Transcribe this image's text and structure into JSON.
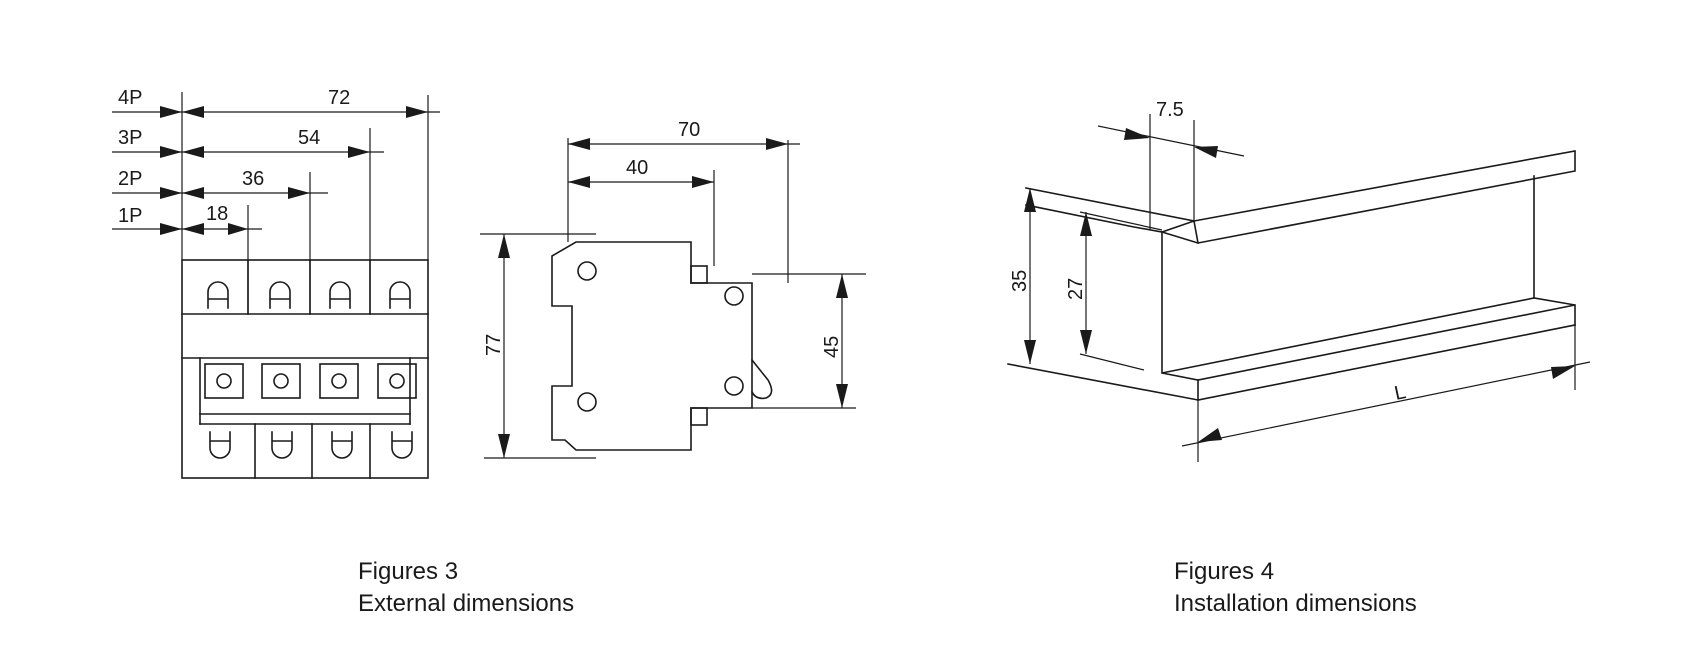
{
  "figure3": {
    "caption_title": "Figures 3",
    "caption_subtitle": "External dimensions",
    "front_view": {
      "pole_labels": [
        "4P",
        "3P",
        "2P",
        "1P"
      ],
      "widths": [
        "72",
        "54",
        "36",
        "18"
      ]
    },
    "side_view": {
      "depth_total": "70",
      "depth_partial": "40",
      "height_total": "77",
      "height_partial": "45"
    }
  },
  "figure4": {
    "caption_title": "Figures 4",
    "caption_subtitle": "Installation dimensions",
    "rail": {
      "flange_width": "7.5",
      "outer_height": "35",
      "inner_height": "27",
      "length": "L"
    }
  }
}
